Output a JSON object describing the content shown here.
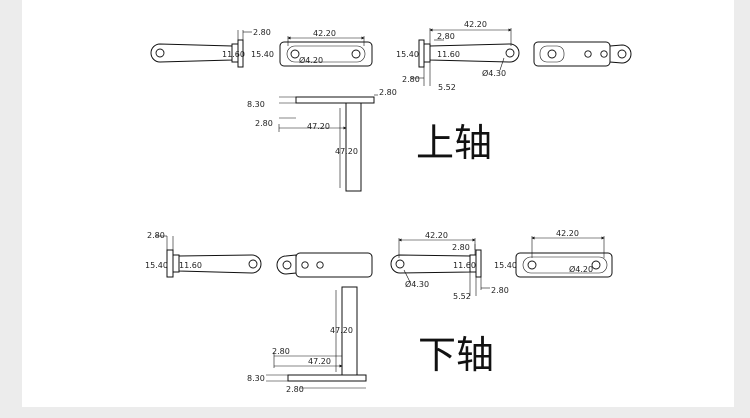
{
  "upper_axis": {
    "title": "上轴",
    "dims": {
      "w2_80": "2.80",
      "h11_60": "11.60",
      "h15_40": "15.40",
      "len42_20": "42.20",
      "hole4_20": "Ø4.20",
      "hole4_30": "Ø4.30",
      "w5_52": "5.52",
      "h8_30": "8.30",
      "len47_20": "47.20"
    }
  },
  "lower_axis": {
    "title": "下轴",
    "dims": {
      "w2_80": "2.80",
      "h11_60": "11.60",
      "h15_40": "15.40",
      "len42_20": "42.20",
      "hole4_20": "Ø4.20",
      "hole4_30": "Ø4.30",
      "w5_52": "5.52",
      "h8_30": "8.30",
      "len47_20": "47.20"
    }
  },
  "colors": {
    "background": "#ececec",
    "line": "#111111",
    "page": "#ffffff"
  }
}
